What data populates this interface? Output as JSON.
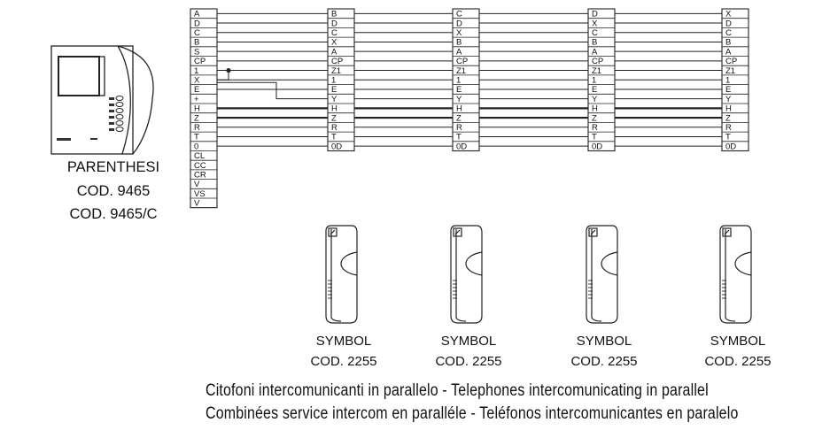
{
  "monitor": {
    "name": "PARENTHESI",
    "codes": [
      "COD. 9465",
      "COD. 9465/C"
    ]
  },
  "source_terminals": [
    "A",
    "D",
    "C",
    "B",
    "S",
    "CP",
    "1",
    "X",
    "E",
    "+",
    "H",
    "Z",
    "R",
    "T",
    "0",
    "CL",
    "CC",
    "CR",
    "V",
    "VS",
    "V"
  ],
  "handsets": [
    {
      "name": "SYMBOL",
      "code": "COD. 2255",
      "terminals": [
        "B",
        "D",
        "C",
        "X",
        "A",
        "CP",
        "Z1",
        "1",
        "E",
        "Y",
        "H",
        "Z",
        "R",
        "T",
        "0D"
      ]
    },
    {
      "name": "SYMBOL",
      "code": "COD. 2255",
      "terminals": [
        "C",
        "D",
        "X",
        "B",
        "A",
        "CP",
        "Z1",
        "1",
        "E",
        "Y",
        "H",
        "Z",
        "R",
        "T",
        "0D"
      ]
    },
    {
      "name": "SYMBOL",
      "code": "COD. 2255",
      "terminals": [
        "D",
        "X",
        "C",
        "B",
        "A",
        "CP",
        "Z1",
        "1",
        "E",
        "Y",
        "H",
        "Z",
        "R",
        "T",
        "0D"
      ]
    },
    {
      "name": "SYMBOL",
      "code": "COD. 2255",
      "terminals": [
        "X",
        "D",
        "C",
        "B",
        "A",
        "CP",
        "Z1",
        "1",
        "E",
        "Y",
        "H",
        "Z",
        "R",
        "T",
        "0D"
      ]
    }
  ],
  "caption": {
    "line1": "Citofoni intercomunicanti in  parallelo - Telephones intercomunicating in parallel",
    "line2": "Combinées service intercom en paralléle - Teléfonos  intercomunicantes en paralelo"
  }
}
